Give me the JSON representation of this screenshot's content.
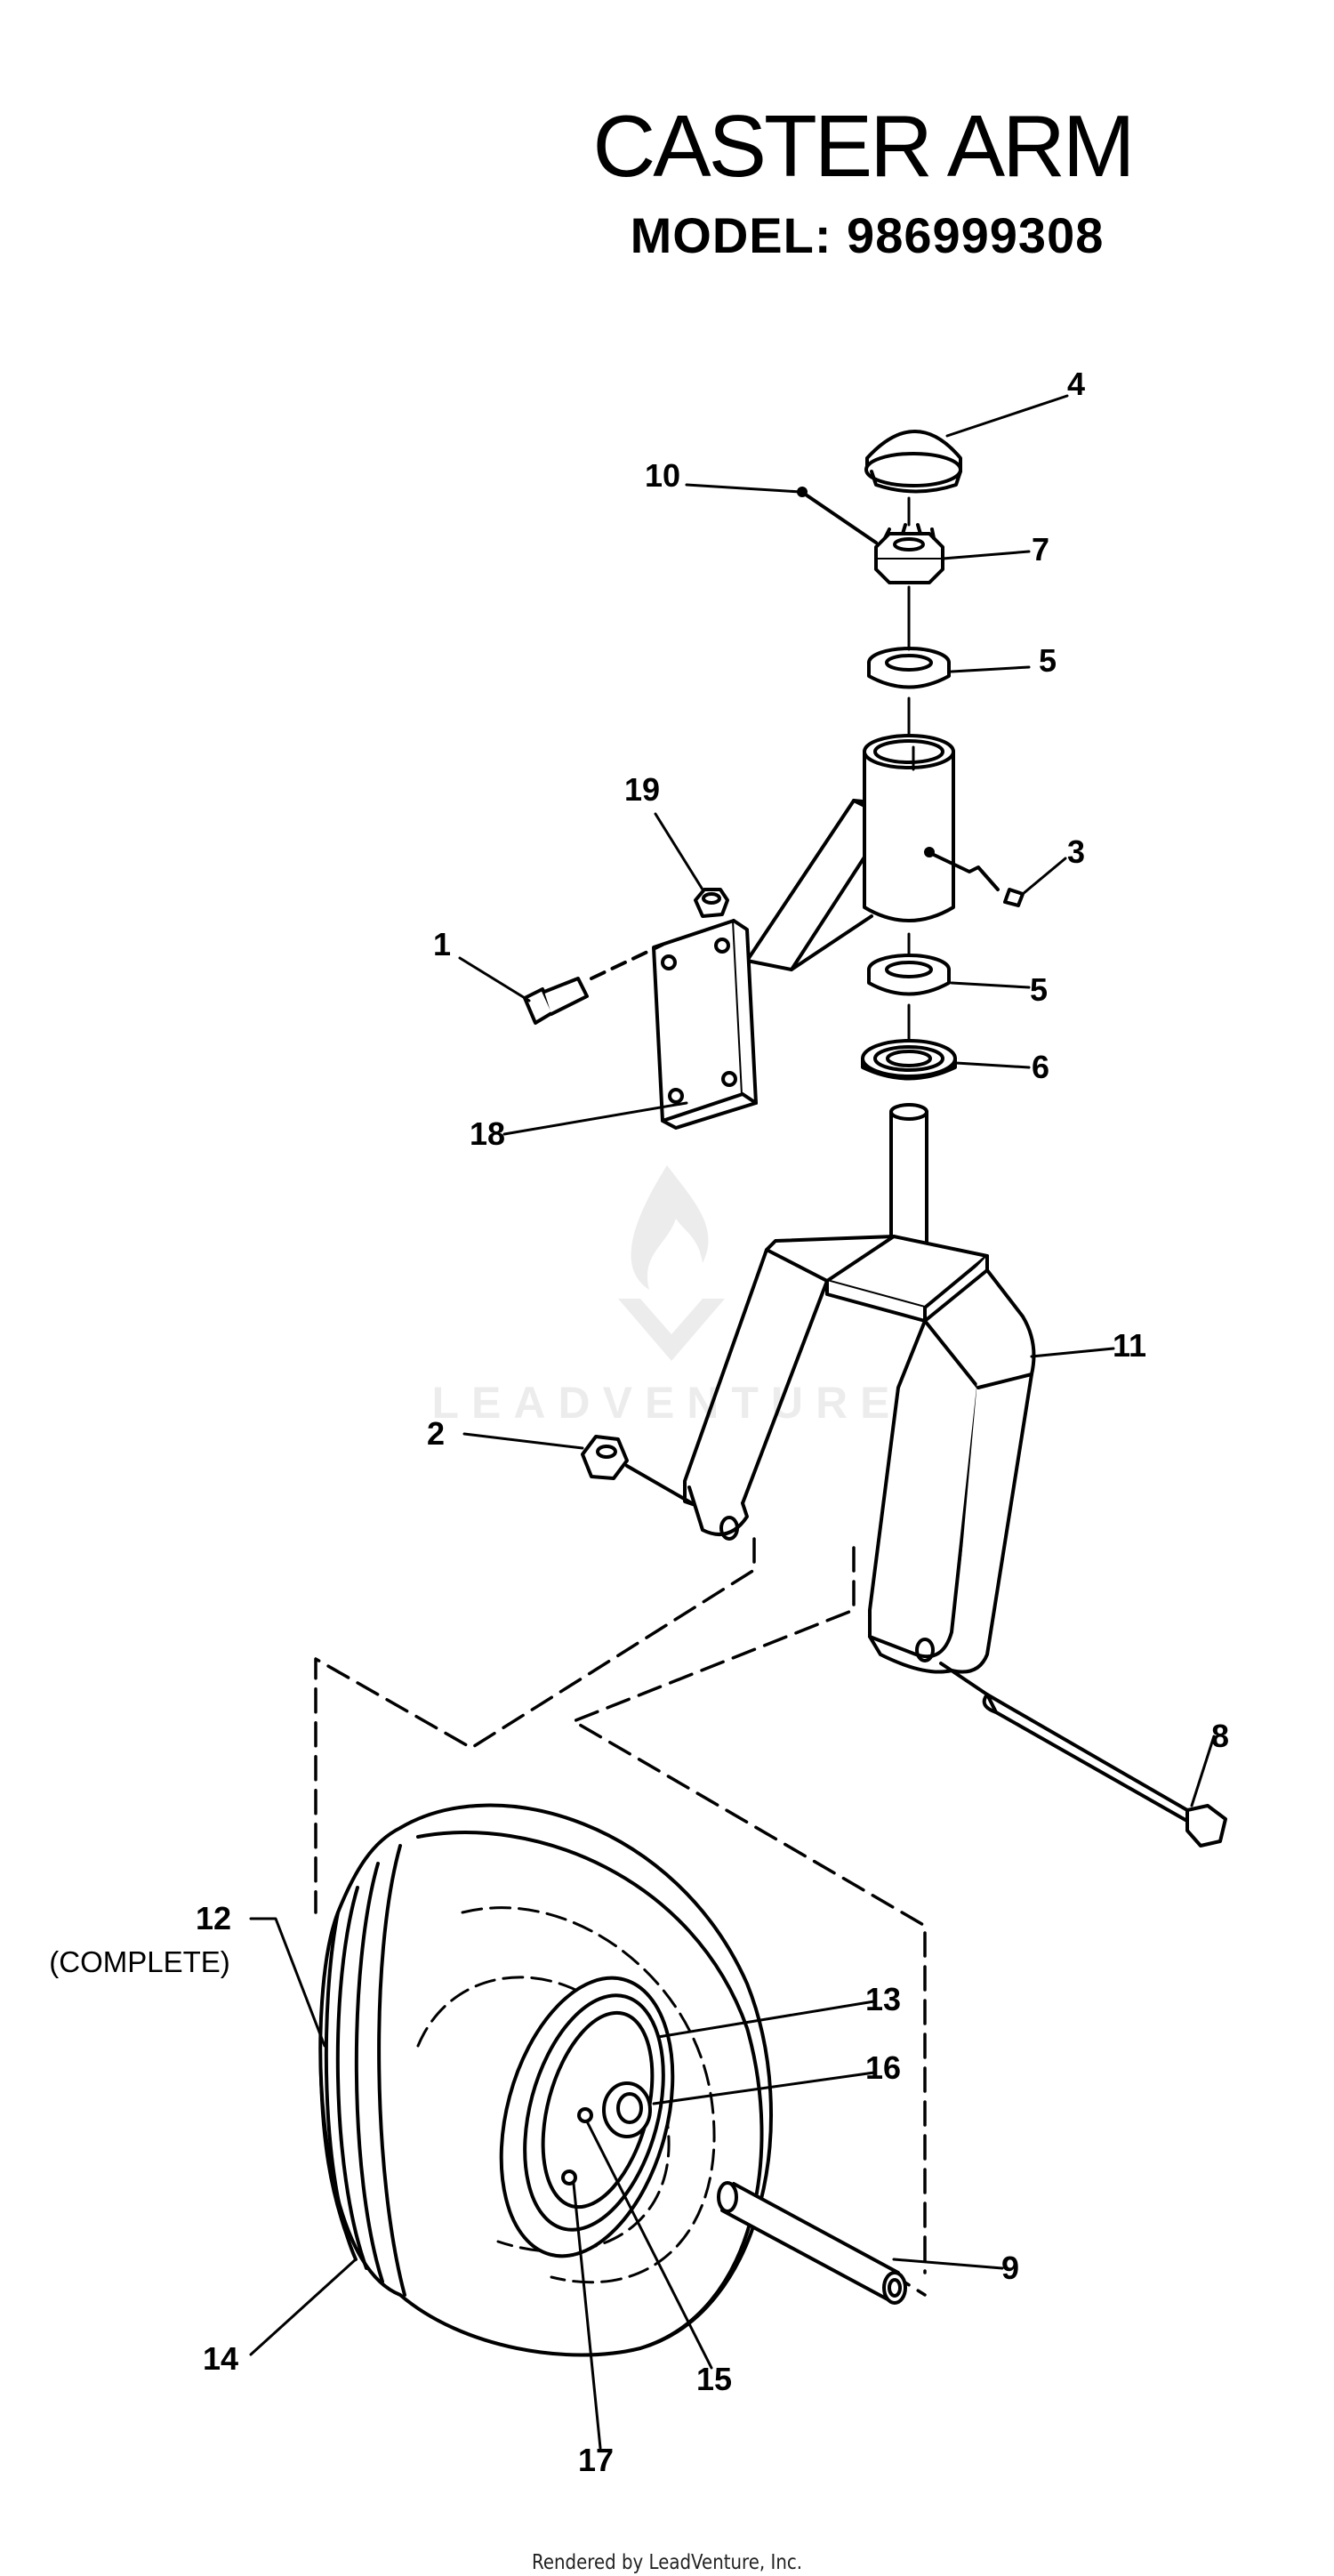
{
  "title": "CASTER ARM",
  "model": "MODEL:  986999308",
  "callouts": {
    "c1": "1",
    "c2": "2",
    "c3": "3",
    "c4": "4",
    "c5a": "5",
    "c5b": "5",
    "c6": "6",
    "c7": "7",
    "c8": "8",
    "c9": "9",
    "c10": "10",
    "c11": "11",
    "c12": "12",
    "c13": "13",
    "c14": "14",
    "c15": "15",
    "c16": "16",
    "c17": "17",
    "c18": "18",
    "c19": "19"
  },
  "complete_label": "(COMPLETE)",
  "watermark": "LEADVENTURE",
  "footer": "Rendered by LeadVenture, Inc."
}
